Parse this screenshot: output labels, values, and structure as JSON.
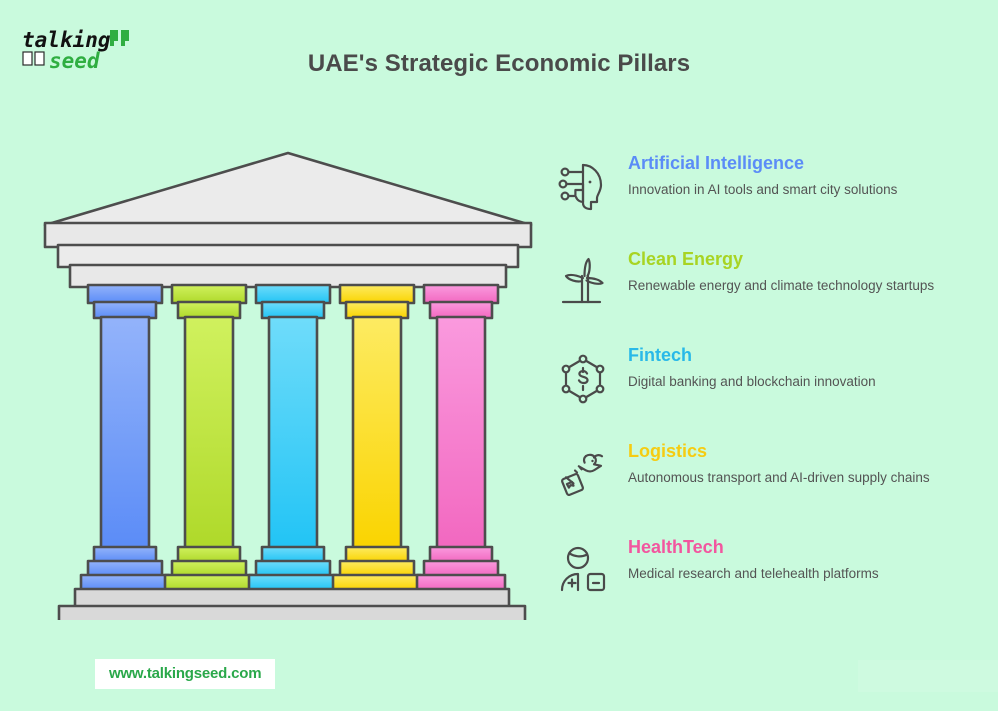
{
  "brand": {
    "logo_line1": "talking",
    "logo_line2": "seed",
    "logo_alt": "talkingseed-logo"
  },
  "header": {
    "title": "UAE's Strategic Economic Pillars",
    "title_color": "#4a4a4a"
  },
  "colors": {
    "background": "#c9fadd",
    "stone_fill": "#e8e8e8",
    "stone_base_fill": "#d8d8d8",
    "stone_stroke": "#4d4d4d",
    "icon_stroke": "#4a4a4a"
  },
  "temple": {
    "name": "greek-temple-illustration",
    "pillar_count": 5,
    "pillars": [
      {
        "name": "artificial-intelligence",
        "top": "#93b3fa",
        "bottom": "#5b8cf7"
      },
      {
        "name": "clean-energy",
        "top": "#d0f15e",
        "bottom": "#afd92a"
      },
      {
        "name": "fintech",
        "top": "#6fdcfa",
        "bottom": "#22c4f5"
      },
      {
        "name": "logistics",
        "top": "#fdeb62",
        "bottom": "#fad400"
      },
      {
        "name": "healthtech",
        "top": "#fa9ade",
        "bottom": "#f268c0"
      }
    ]
  },
  "list": {
    "items": [
      {
        "icon": "ai-head-circuit-icon",
        "title": "Artificial Intelligence",
        "title_color": "#5b8cf7",
        "desc": "Innovation in AI tools and smart city solutions"
      },
      {
        "icon": "wind-turbine-icon",
        "title": "Clean Energy",
        "title_color": "#a8d423",
        "desc": "Renewable energy and climate technology startups"
      },
      {
        "icon": "hexagon-dollar-blockchain-icon",
        "title": "Fintech",
        "title_color": "#29b9e8",
        "desc": "Digital banking and blockchain innovation"
      },
      {
        "icon": "bird-package-delivery-icon",
        "title": "Logistics",
        "title_color": "#f5cc12",
        "desc": "Autonomous transport and AI-driven supply chains"
      },
      {
        "icon": "patient-medical-device-icon",
        "title": "HealthTech",
        "title_color": "#f2569f",
        "desc": "Medical research and telehealth platforms"
      }
    ]
  },
  "footer": {
    "url": "www.talkingseed.com",
    "url_color": "#2aa84a"
  }
}
